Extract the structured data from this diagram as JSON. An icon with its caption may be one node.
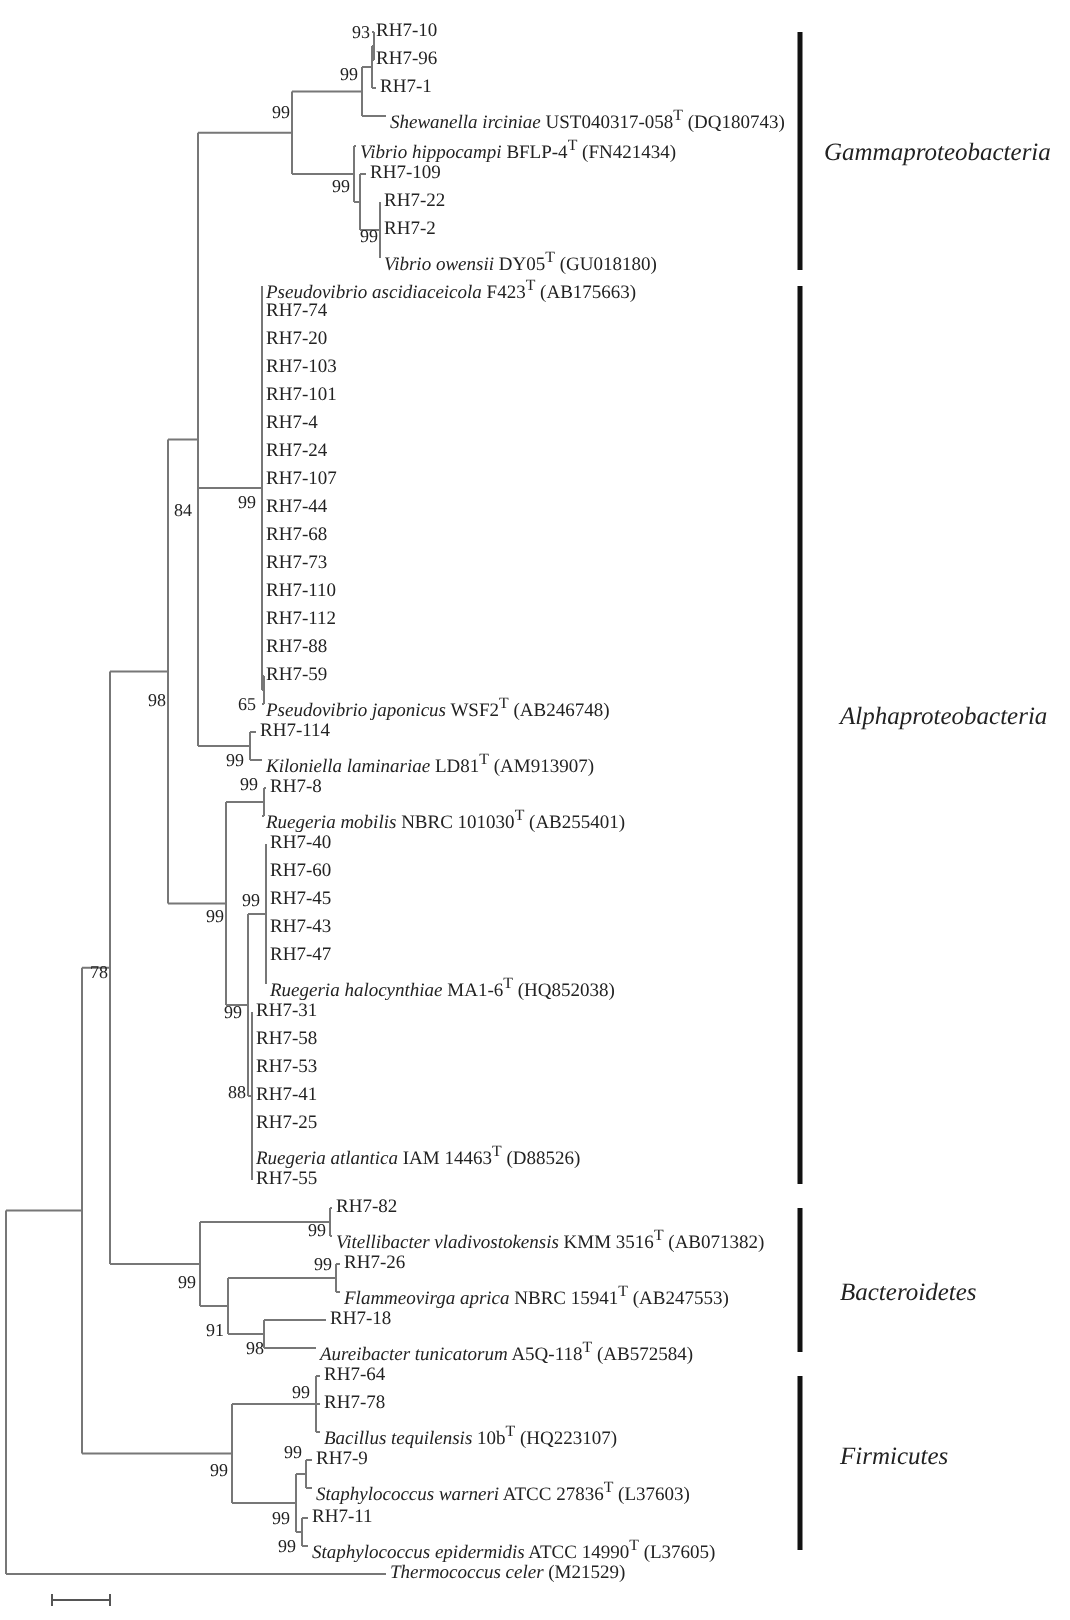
{
  "diagram": {
    "labels": [
      "93",
      "RH7-10",
      "RH7-96",
      "99",
      "RH7-1",
      "99",
      "*Shewanella irciniae* UST040317-058$^{T}$ (DQ180743)",
      "*Vibrio hippocampi* BFLP-4$^{T}$ (FN421434)",
      "Gammaproteobacteria",
      "RH7-109",
      "99",
      "RH7-22",
      "RH7-2",
      "99",
      "*Vibrio owensii* DY05$^{T}$ (GU018180)",
      "*Pseudovibrio ascidiaceicola* F423$^{T}$ (AB175663)",
      "RH7-74",
      "RH7-20",
      "RH7-103",
      "RH7-101",
      "RH7-4",
      "RH7-24",
      "RH7-107",
      "84",
      "99",
      "RH7-44",
      "RH7-68",
      "RH7-73",
      "RH7-110",
      "RH7-112",
      "RH7-88",
      "RH7-59",
      "98",
      "65",
      "*Pseudovibrio japonicus* WSF2$^{T}$ (AB246748)",
      "Alphaproteobacteria",
      "RH7-114",
      "99",
      "*Kiloniella laminariae* LD81$^{T}$ (AM913907)",
      "99",
      "RH7-8",
      "*Ruegeria mobilis* NBRC 101030$^{T}$ (AB255401)",
      "RH7-40",
      "RH7-60",
      "99",
      "RH7-45",
      "99",
      "RH7-43",
      "RH7-47",
      "78",
      "*Ruegeria halocynthiae* MA1-6$^{T}$ (HQ852038)",
      "99",
      "RH7-31",
      "RH7-58",
      "RH7-53",
      "88",
      "RH7-41",
      "RH7-25",
      "*Ruegeria atlantica* IAM 14463$^{T}$ (D88526)",
      "RH7-55",
      "RH7-82",
      "99",
      "*Vitellibacter vladivostokensis* KMM 3516$^{T}$ (AB071382)",
      "99",
      "RH7-26",
      "99",
      "*Flammeovirga aprica* NBRC 15941$^{T}$ (AB247553)",
      "Bacteroidetes",
      "RH7-18",
      "91",
      "98",
      "*Aureibacter tunicatorum* A5Q-118$^{T}$ (AB572584)",
      "RH7-64",
      "99",
      "RH7-78",
      "*Bacillus tequilensis* 10b$^{T}$ (HQ223107)",
      "99",
      "RH7-9",
      "Firmicutes",
      "99",
      "*Staphylococcus warneri* ATCC 27836$^{T}$ (L37603)",
      "99",
      "RH7-11",
      "99",
      "*Staphylococcus epidermidis* ATCC 14990$^{T}$ (L37605)",
      "*Thermococcus celer* (M21529)"
    ]
  }
}
